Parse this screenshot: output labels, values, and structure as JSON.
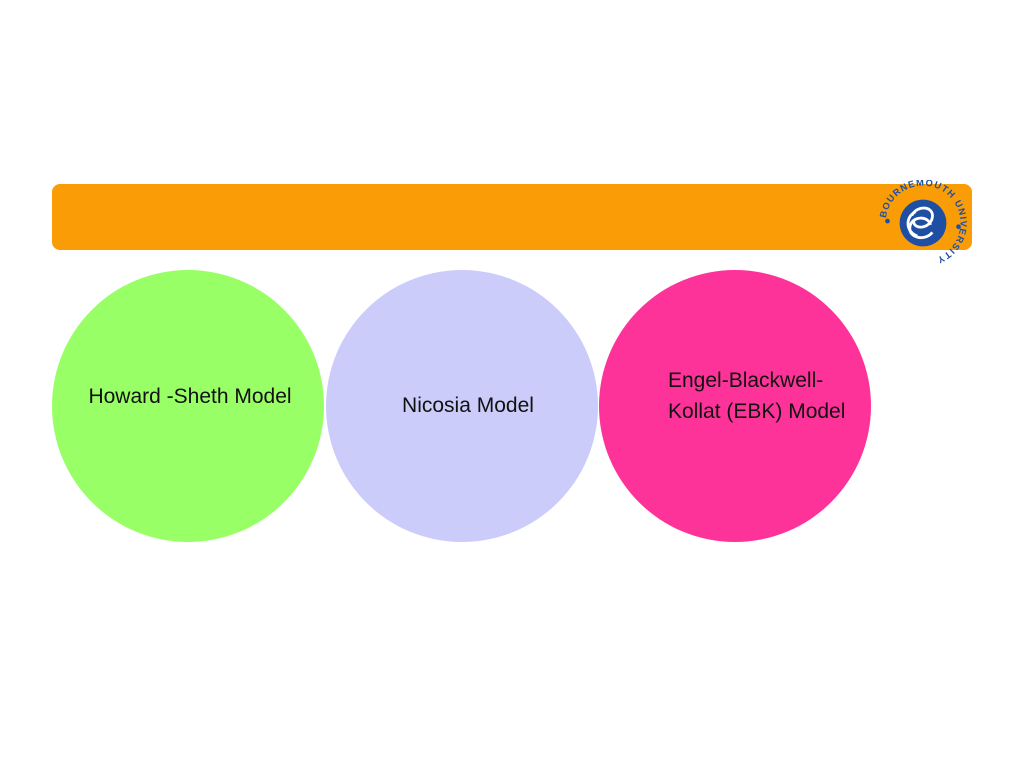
{
  "colors": {
    "title_bar": "#f99c06",
    "circle_1": "#99ff66",
    "circle_2": "#ccccfa",
    "circle_3": "#fe3399",
    "logo_blue": "#1f4fa3"
  },
  "logo": {
    "icon": "bournemouth-university-logo-icon",
    "text": "BOURNEMOUTH UNIVERSITY"
  },
  "circles": [
    {
      "label": "Howard -Sheth Model"
    },
    {
      "label": "Nicosia Model"
    },
    {
      "label": "Engel-Blackwell-Kollat (EBK) Model"
    }
  ]
}
